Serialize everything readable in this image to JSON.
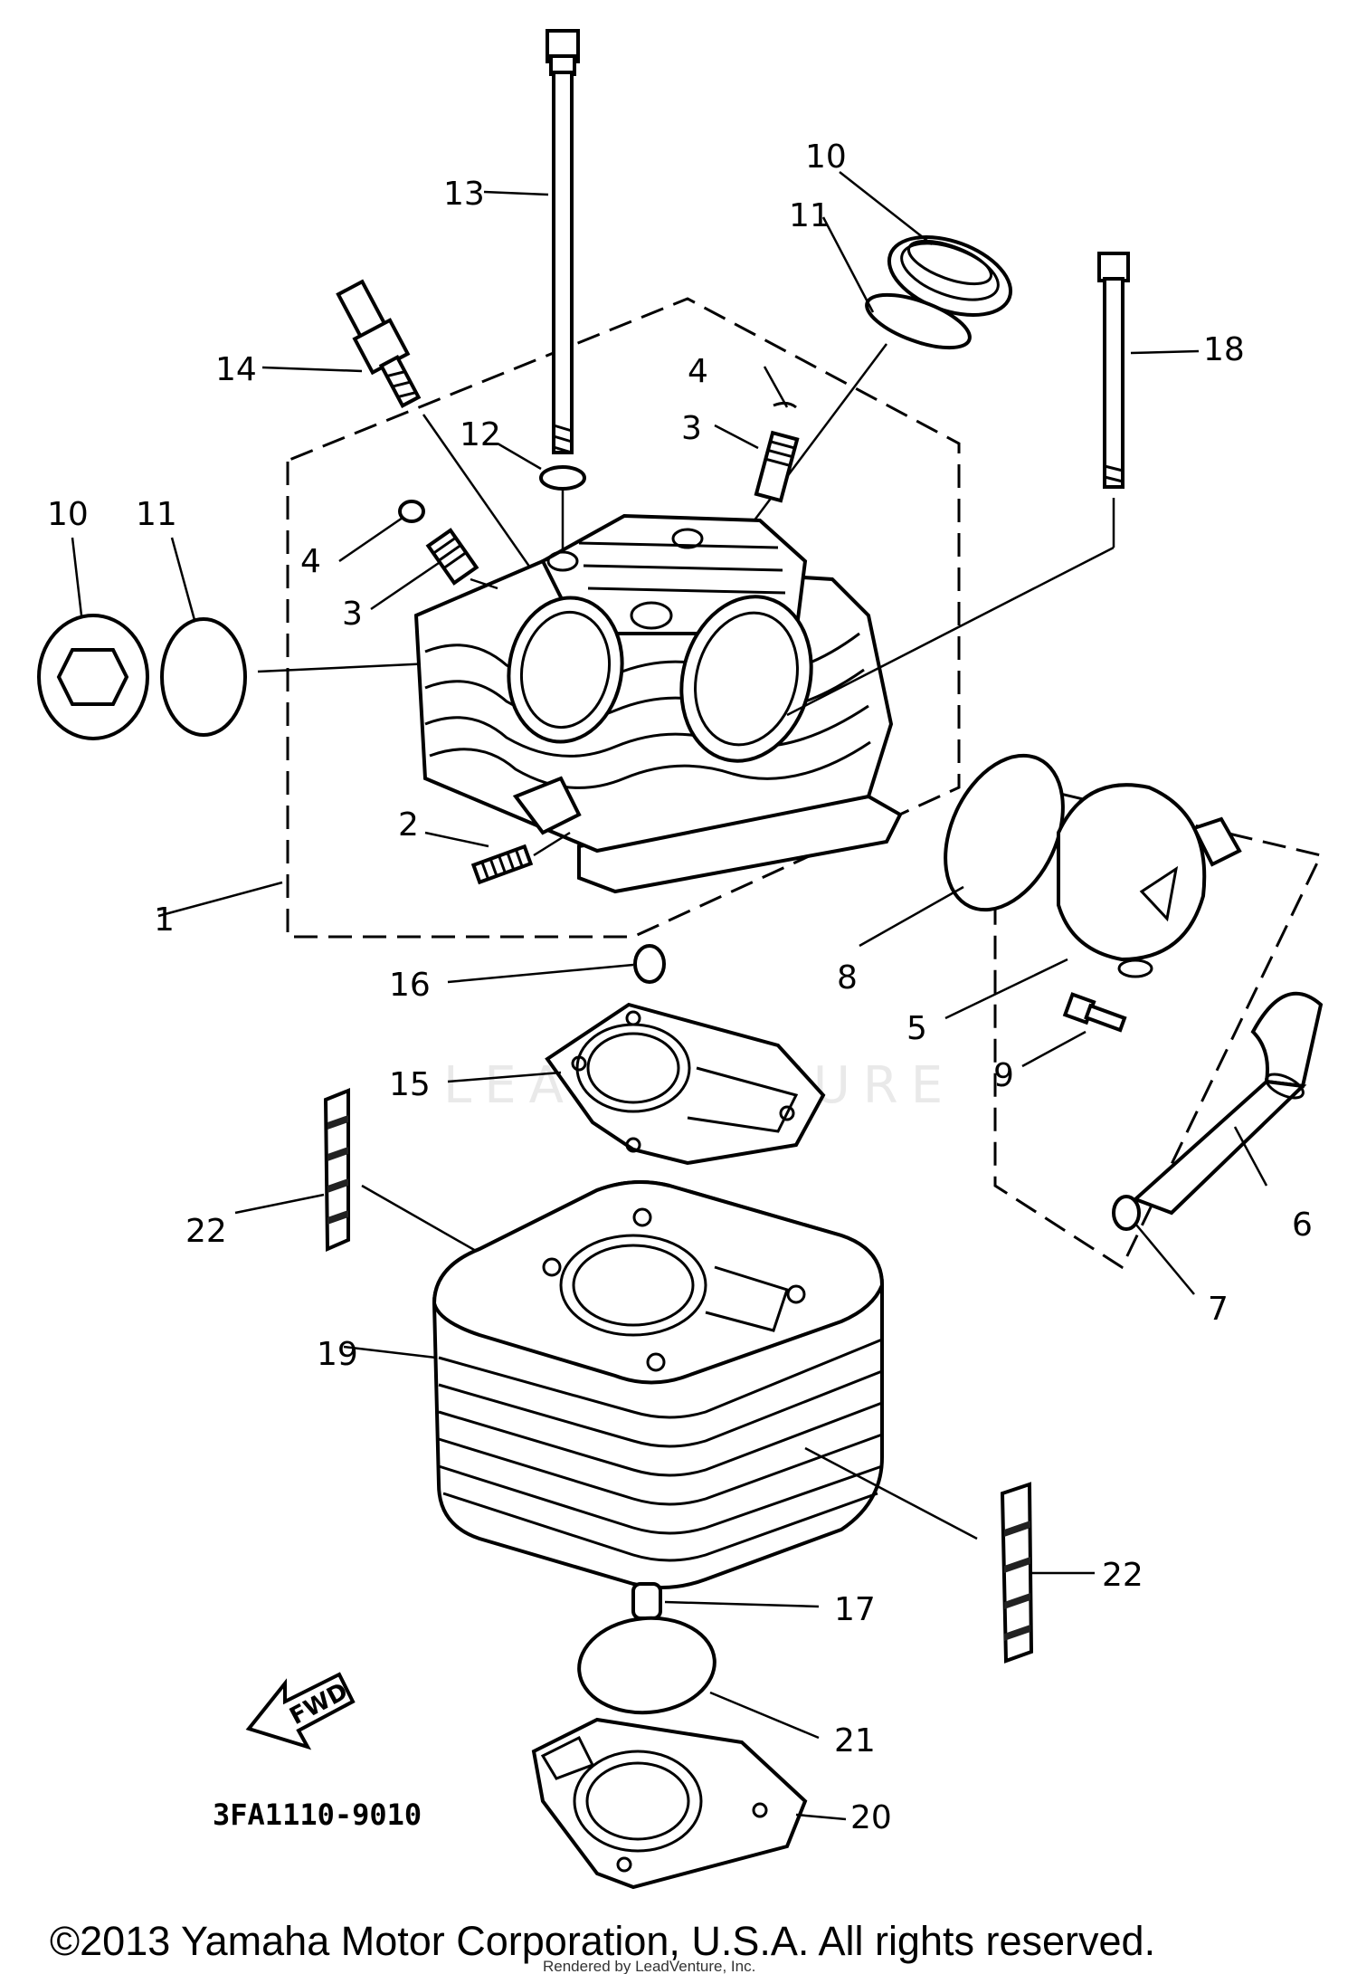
{
  "diagram": {
    "title_code": "3FA1110-9010",
    "fwd_label": "FWD",
    "watermark": "LEADVENTURE",
    "copyright": "©2013 Yamaha Motor Corporation, U.S.A. All rights reserved.",
    "rendered_by": "Rendered by LeadVenture, Inc.",
    "callouts": [
      {
        "id": "c1",
        "label": "1"
      },
      {
        "id": "c2",
        "label": "2"
      },
      {
        "id": "c3a",
        "label": "3"
      },
      {
        "id": "c3b",
        "label": "3"
      },
      {
        "id": "c4a",
        "label": "4"
      },
      {
        "id": "c4b",
        "label": "4"
      },
      {
        "id": "c5",
        "label": "5"
      },
      {
        "id": "c6",
        "label": "6"
      },
      {
        "id": "c7",
        "label": "7"
      },
      {
        "id": "c8",
        "label": "8"
      },
      {
        "id": "c9",
        "label": "9"
      },
      {
        "id": "c10a",
        "label": "10"
      },
      {
        "id": "c10b",
        "label": "10"
      },
      {
        "id": "c11a",
        "label": "11"
      },
      {
        "id": "c11b",
        "label": "11"
      },
      {
        "id": "c12",
        "label": "12"
      },
      {
        "id": "c13",
        "label": "13"
      },
      {
        "id": "c14",
        "label": "14"
      },
      {
        "id": "c15",
        "label": "15"
      },
      {
        "id": "c16",
        "label": "16"
      },
      {
        "id": "c17",
        "label": "17"
      },
      {
        "id": "c18",
        "label": "18"
      },
      {
        "id": "c19",
        "label": "19"
      },
      {
        "id": "c20",
        "label": "20"
      },
      {
        "id": "c21",
        "label": "21"
      },
      {
        "id": "c22a",
        "label": "22"
      },
      {
        "id": "c22b",
        "label": "22"
      }
    ]
  }
}
